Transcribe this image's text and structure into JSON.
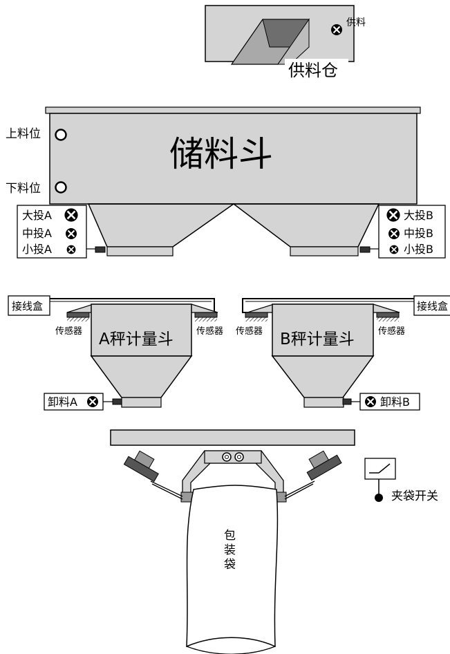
{
  "supply_bin": {
    "title": "供料仓",
    "lamp_label": "供料"
  },
  "storage_hopper": {
    "title": "储料斗",
    "upper_level": "上料位",
    "lower_level": "下料位"
  },
  "feed_a": {
    "big": "大投A",
    "mid": "中投A",
    "small": "小投A"
  },
  "feed_b": {
    "big": "大投B",
    "mid": "中投B",
    "small": "小投B"
  },
  "scale_a": {
    "title": "A秤计量斗",
    "junction_box": "接线盒",
    "sensor_left": "传感器",
    "sensor_right": "传感器",
    "discharge": "卸料A"
  },
  "scale_b": {
    "title": "B秤计量斗",
    "junction_box": "接线盒",
    "sensor_left": "传感器",
    "sensor_right": "传感器",
    "discharge": "卸料B"
  },
  "bagging": {
    "bag_label_1": "包",
    "bag_label_2": "装",
    "bag_label_3": "袋",
    "clamp_switch": "夹袋开关"
  },
  "colors": {
    "fill": "#d4d4d4",
    "dark": "#555555",
    "stroke": "#000000"
  }
}
